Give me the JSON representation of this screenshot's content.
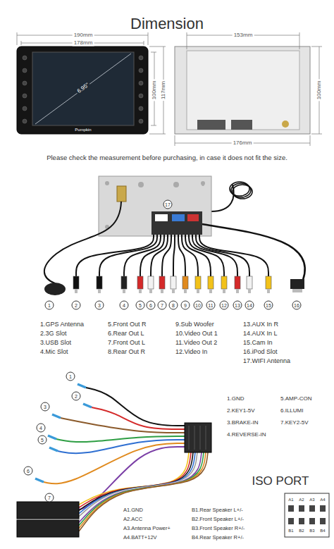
{
  "diagram": {
    "title": "Dimension",
    "labels": [
      "190mm",
      "178mm",
      "6.95\"",
      "117mm",
      "100mm",
      "153mm",
      "100mm",
      "176mm",
      "Please check the measurement before purchasing, in case it does not fit the size.",
      "Pumpkin",
      "1",
      "2",
      "3",
      "4",
      "5",
      "6",
      "7",
      "8",
      "9",
      "10",
      "11",
      "12",
      "13",
      "14",
      "15",
      "16",
      "17",
      "1.GPS Antenna",
      "2.3G Slot",
      "3.USB Slot",
      "4.Mic Slot",
      "5.Front Out R",
      "6.Rear Out L",
      "7.Front Out L",
      "8.Rear Out R",
      "9.Sub Woofer",
      "10.Video Out 1",
      "11.Video Out 2",
      "12.Video In",
      "13.AUX In R",
      "14.AUX In L",
      "15.Cam In",
      "16.iPod Slot",
      "17.WIFI Antenna",
      "1",
      "2",
      "3",
      "4",
      "5",
      "6",
      "7",
      "1.GND",
      "2.KEY1-5V",
      "3.BRAKE-IN",
      "4.REVERSE-IN",
      "5.AMP-CON",
      "6.ILLUMI",
      "7.KEY2-5V",
      "ISO PORT",
      "A1.GND",
      "A2.ACC",
      "A3.Antenna Power+",
      "A4.BATT+12V",
      "B1.Rear Speaker L+/-",
      "B2.Front Speaker L+/-",
      "B3.Front Speaker R+/-",
      "B4.Rear Speaker R+/-",
      "A1",
      "A2",
      "A3",
      "A4",
      "B1",
      "B2",
      "B3",
      "B4"
    ]
  }
}
